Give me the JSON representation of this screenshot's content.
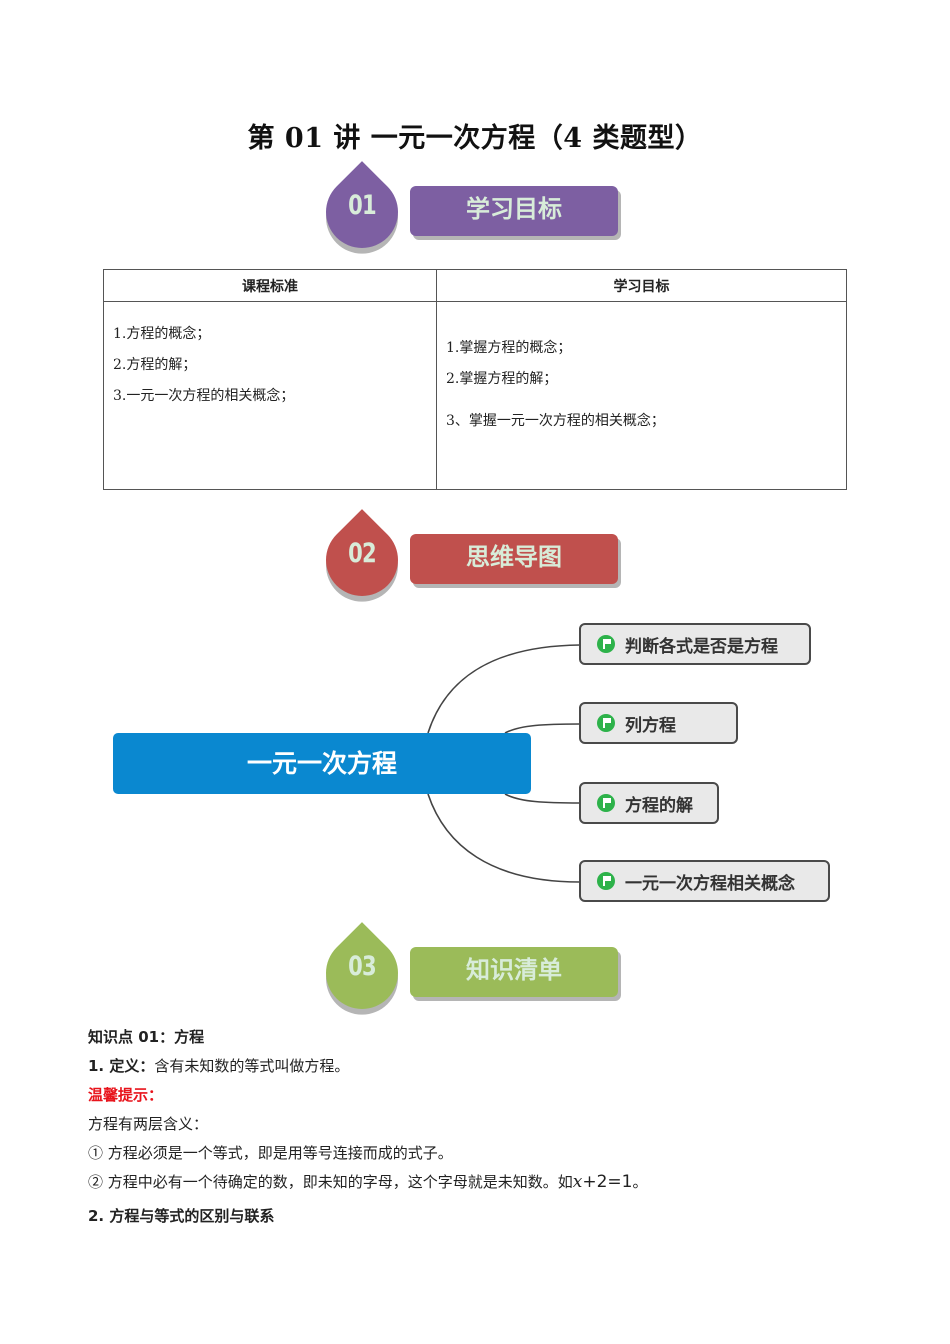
{
  "title": "第 01 讲  一元一次方程（4 类题型）",
  "sections": [
    {
      "number": "01",
      "label": "学习目标",
      "color": "#7d5fa2"
    },
    {
      "number": "02",
      "label": "思维导图",
      "color": "#c0504d"
    },
    {
      "number": "03",
      "label": "知识清单",
      "color": "#9bbb59"
    }
  ],
  "goals_table": {
    "headers": [
      "课程标准",
      "学习目标"
    ],
    "standards": [
      "1.方程的概念；",
      "2.方程的解；",
      "3.一元一次方程的相关概念；"
    ],
    "objectives": [
      "1.掌握方程的概念；",
      "2.掌握方程的解；",
      "3、掌握一元一次方程的相关概念；"
    ]
  },
  "mindmap": {
    "central": "一元一次方程",
    "central_color": "#0a88d0",
    "branches": [
      "判断各式是否是方程",
      "列方程",
      "方程的解",
      "一元一次方程相关概念"
    ],
    "flag_color": "#2db24a"
  },
  "knowledge": {
    "point_title": "知识点 01：方程",
    "definition_label": "1. 定义：",
    "definition_text": "含有未知数的等式叫做方程。",
    "tip_label": "温馨提示：",
    "tip_color": "#e8141c",
    "meaning_intro": "方程有两层含义：",
    "meaning_1": "①  方程必须是一个等式，即是用等号连接而成的式子。",
    "meaning_2": "②  方程中必有一个待确定的数，即未知的字母，这个字母就是未知数。如",
    "meaning_2_math_var": "x",
    "meaning_2_math_rest": "+2=1",
    "meaning_2_end": "。",
    "subheading_2": "2.  方程与等式的区别与联系"
  }
}
